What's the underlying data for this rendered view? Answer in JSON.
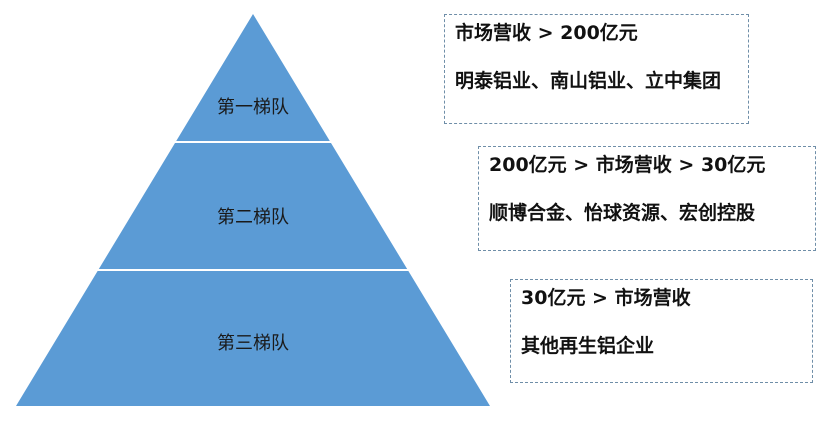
{
  "colors": {
    "pyramid_fill": "#5b9bd5",
    "divider": "#ffffff",
    "box_border": "#6f8ea8",
    "text": "#111111"
  },
  "pyramid": {
    "tiers": [
      {
        "label": "第一梯队"
      },
      {
        "label": "第二梯队"
      },
      {
        "label": "第三梯队"
      }
    ]
  },
  "boxes": [
    {
      "range": "市场营收 > 200亿元",
      "companies": "明泰铝业、南山铝业、立中集团"
    },
    {
      "range": "200亿元 > 市场营收 > 30亿元",
      "companies": "顺博合金、怡球资源、宏创控股"
    },
    {
      "range": "30亿元 > 市场营收",
      "companies": "其他再生铝企业"
    }
  ]
}
